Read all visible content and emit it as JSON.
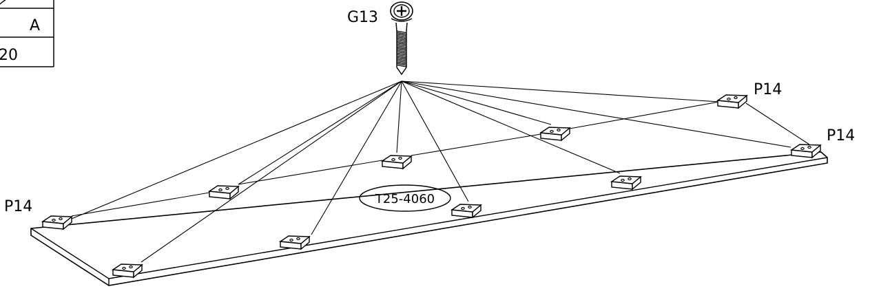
{
  "table": {
    "header": "A",
    "value": "20"
  },
  "screw_label": "G13",
  "part_code": "T25-4060",
  "block_labels": {
    "top_right": "P14",
    "right": "P14",
    "left": "P14"
  }
}
